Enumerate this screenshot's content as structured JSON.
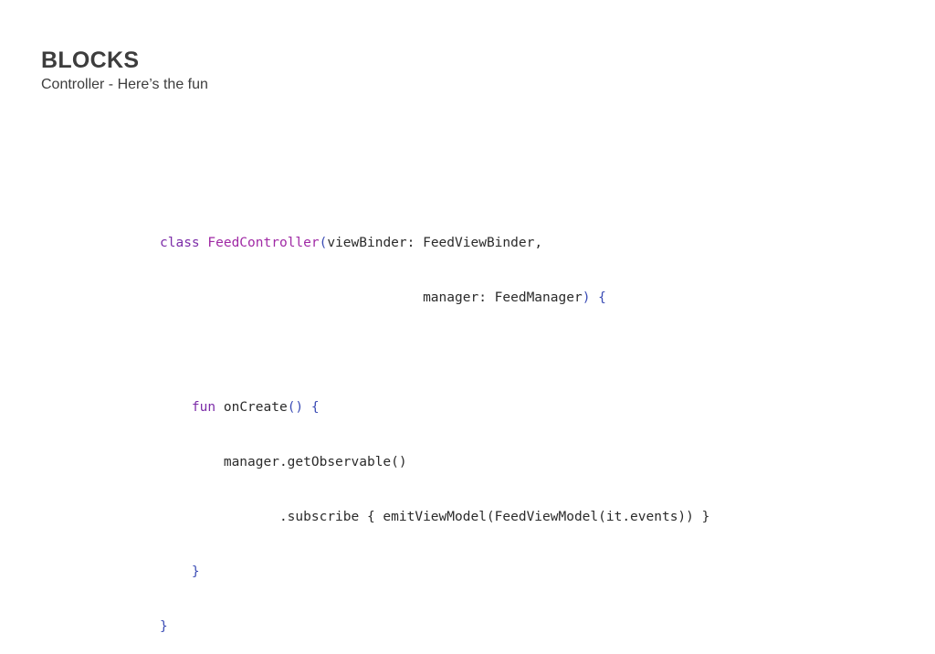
{
  "slide": {
    "title": "BLOCKS",
    "subtitle": "Controller - Here’s the fun"
  },
  "code": {
    "lines": [
      [
        {
          "type": "keyword",
          "text": "class "
        },
        {
          "type": "class",
          "text": "FeedController"
        },
        {
          "type": "punct",
          "text": "("
        },
        {
          "type": "plain",
          "text": "viewBinder: FeedViewBinder,"
        }
      ],
      [
        {
          "type": "plain",
          "text": "                                 manager: FeedManager"
        },
        {
          "type": "punct",
          "text": ") {"
        }
      ],
      [],
      [
        {
          "type": "plain",
          "text": "    "
        },
        {
          "type": "keyword",
          "text": "fun"
        },
        {
          "type": "plain",
          "text": " onCreate"
        },
        {
          "type": "punct",
          "text": "() {"
        }
      ],
      [
        {
          "type": "plain",
          "text": "        manager.getObservable()"
        }
      ],
      [
        {
          "type": "plain",
          "text": "               .subscribe { emitViewModel(FeedViewModel(it.events)) }"
        }
      ],
      [
        {
          "type": "plain",
          "text": "    "
        },
        {
          "type": "punct",
          "text": "}"
        }
      ],
      [
        {
          "type": "punct",
          "text": "}"
        }
      ]
    ]
  }
}
